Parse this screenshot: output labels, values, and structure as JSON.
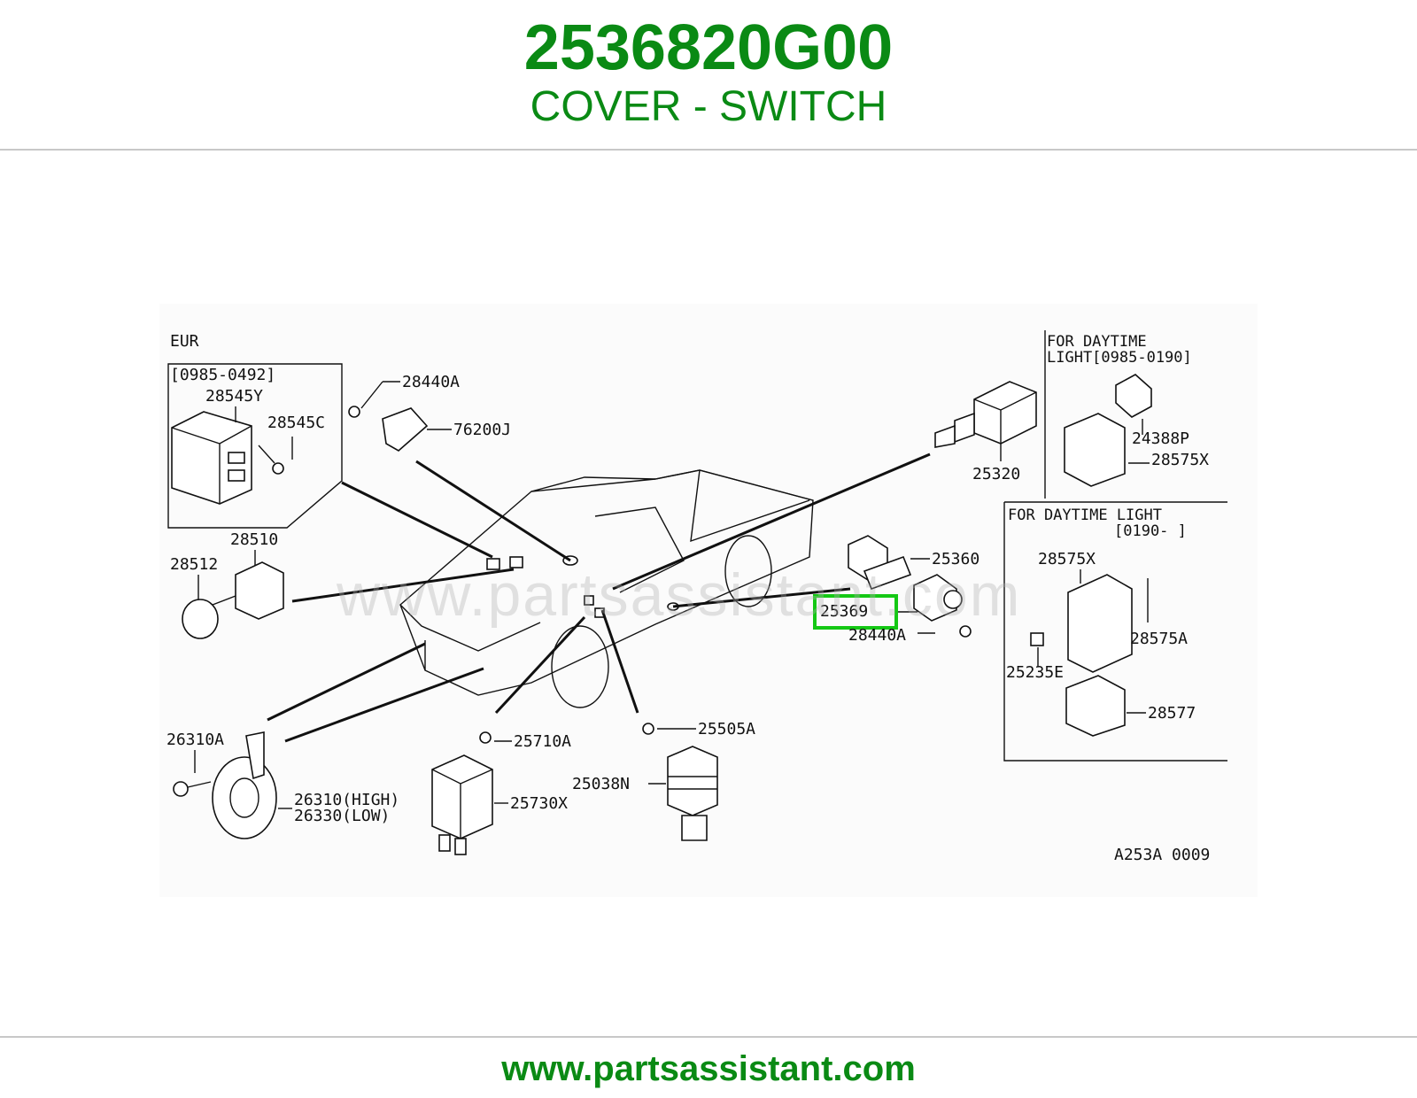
{
  "header": {
    "part_number": "2536820G00",
    "part_name": "COVER - SWITCH"
  },
  "footer": {
    "url": "www.partsassistant.com"
  },
  "colors": {
    "brand_green": "#0a8a14",
    "highlight_green": "#14c814"
  },
  "diagram": {
    "watermark": "www.partsassistant.com",
    "ref_code": "A253A 0009",
    "highlighted_part": "25369",
    "groups": {
      "eur": {
        "title": "EUR",
        "date_range": "[0985-0492]"
      },
      "daytime_light_old": {
        "title_line1": "FOR DAYTIME",
        "title_line2": "LIGHT[0985-0190]"
      },
      "daytime_light_new": {
        "title": "FOR DAYTIME LIGHT",
        "date_range": "[0190-      ]"
      }
    },
    "labels": {
      "p28545Y": "28545Y",
      "p28545C": "28545C",
      "p28440A_top": "28440A",
      "p76200J": "76200J",
      "p25320": "25320",
      "p24388P": "24388P",
      "p28575X_top": "28575X",
      "p28510": "28510",
      "p28512": "28512",
      "p25360": "25360",
      "p25369": "25369",
      "p28440A_mid": "28440A",
      "p28575X_box": "28575X",
      "p28575A": "28575A",
      "p25235E": "25235E",
      "p28577": "28577",
      "p26310A": "26310A",
      "p26310": "26310(HIGH)",
      "p26330": "26330(LOW)",
      "p25710A": "25710A",
      "p25730X": "25730X",
      "p25505A": "25505A",
      "p25038N": "25038N"
    }
  }
}
